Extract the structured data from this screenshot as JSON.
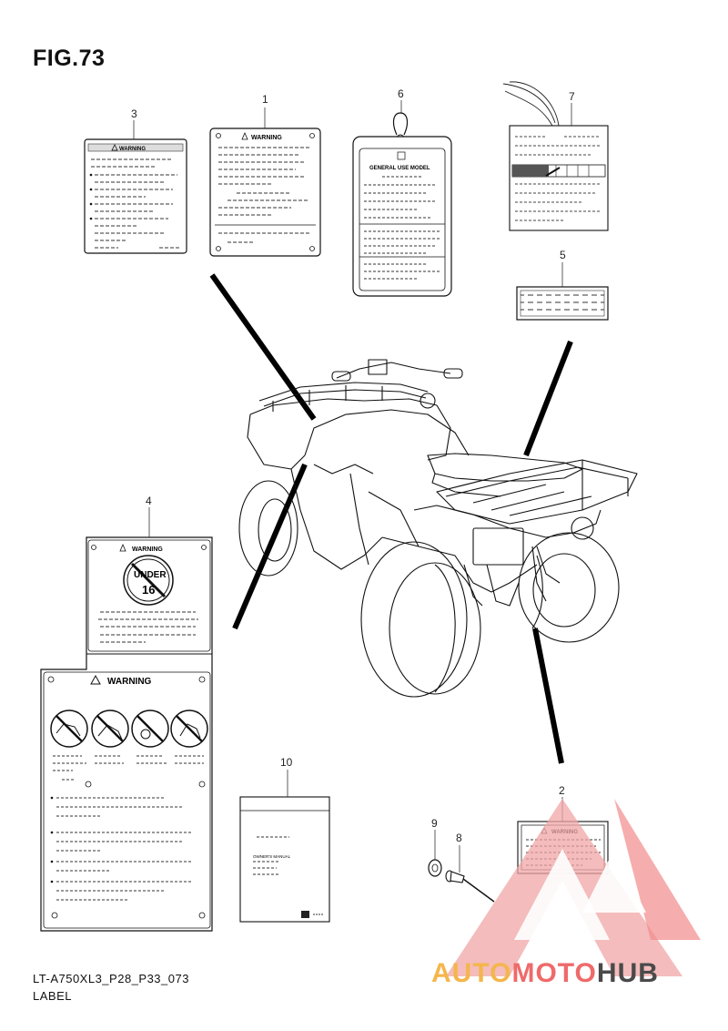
{
  "figure": {
    "title": "FIG.73",
    "code": "LT-A750XL3_P28_P33_073",
    "caption": "LABEL"
  },
  "callouts": [
    "1",
    "2",
    "3",
    "4",
    "5",
    "6",
    "7",
    "8",
    "9",
    "10"
  ],
  "labels": {
    "warning": "WARNING",
    "general_use": "GENERAL USE MODEL",
    "under_top": "UNDER",
    "under_num": "16",
    "manual_title": "OWNER'S MANUAL"
  },
  "brand": {
    "part1": "AUTO",
    "part2": "MOTO",
    "part3": "HUB",
    "colors": {
      "yellow": "#f4b64c",
      "red": "#ef6a6a",
      "gray": "#4a4a4a"
    }
  }
}
